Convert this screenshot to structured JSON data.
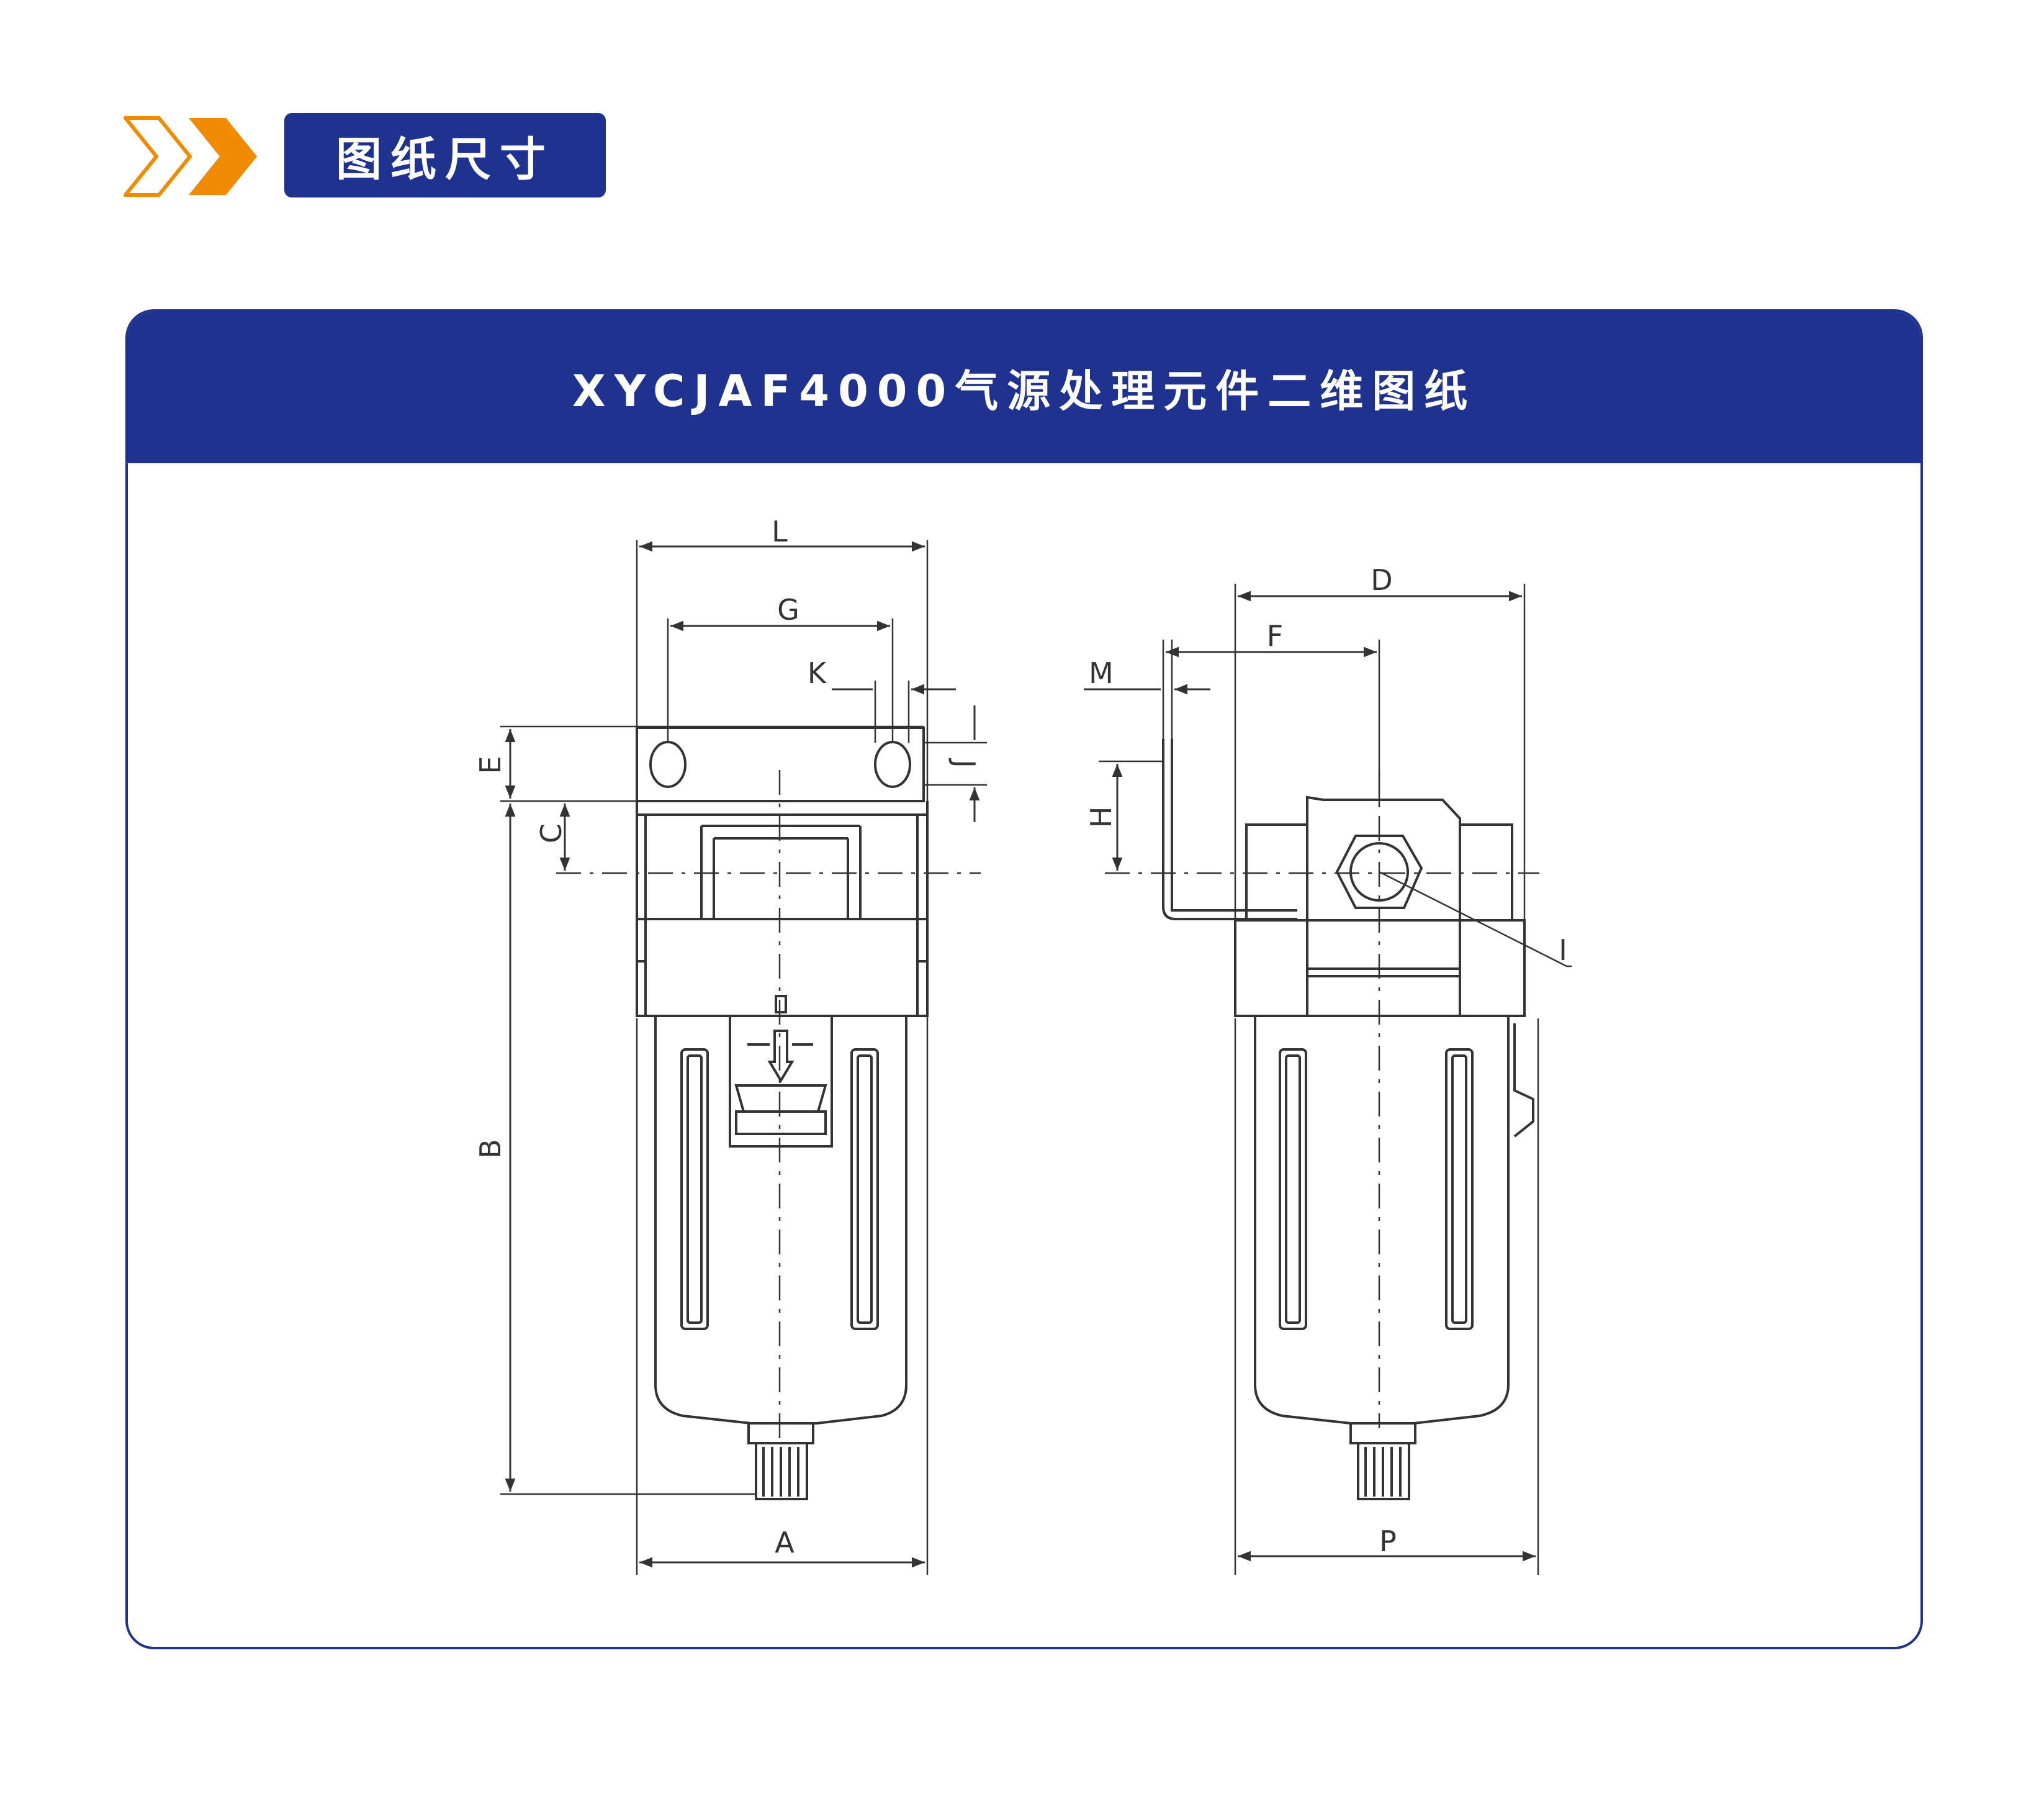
{
  "section": {
    "title": "图纸尺寸",
    "accent_color": "#f08a00",
    "brand_color": "#1f3290",
    "icon": "double-chevron-right-icon"
  },
  "card": {
    "title": "XYCJAF4000气源处理元件二维图纸"
  },
  "drawing": {
    "front_view_labels": {
      "L": "L",
      "G": "G",
      "K": "K",
      "E": "E",
      "C": "C",
      "J": "J",
      "B": "B",
      "A": "A"
    },
    "side_view_labels": {
      "D": "D",
      "F": "F",
      "M": "M",
      "H": "H",
      "I": "I",
      "P": "P"
    }
  }
}
